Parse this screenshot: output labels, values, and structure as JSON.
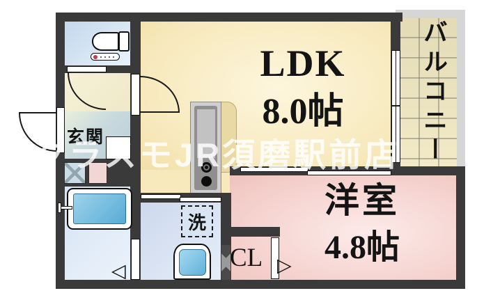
{
  "watermark_text": "クラスモJR須磨駅前店",
  "rooms": {
    "ldk": {
      "label": "LDK",
      "size": "8.0帖"
    },
    "western": {
      "label": "洋室",
      "size": "4.8帖"
    },
    "balcony": {
      "label": "バルコニー"
    },
    "entrance": {
      "label": "玄関"
    },
    "closet": {
      "label": "CL"
    },
    "laundry": {
      "label": "洗"
    }
  },
  "icons": {
    "door_swing_right": "▷",
    "door_swing_left": "◁"
  },
  "colors": {
    "wall": "#3a3a3a",
    "ldk_floor": "#f7e9bc",
    "western_floor": "#f2cbc7",
    "toilet_floor": "#c9dcee",
    "entrance_floor": "#c2d4da",
    "bath_blue": "#57abd6",
    "balcony_tile": "#ece4bd",
    "watermark": "#ffffff"
  }
}
